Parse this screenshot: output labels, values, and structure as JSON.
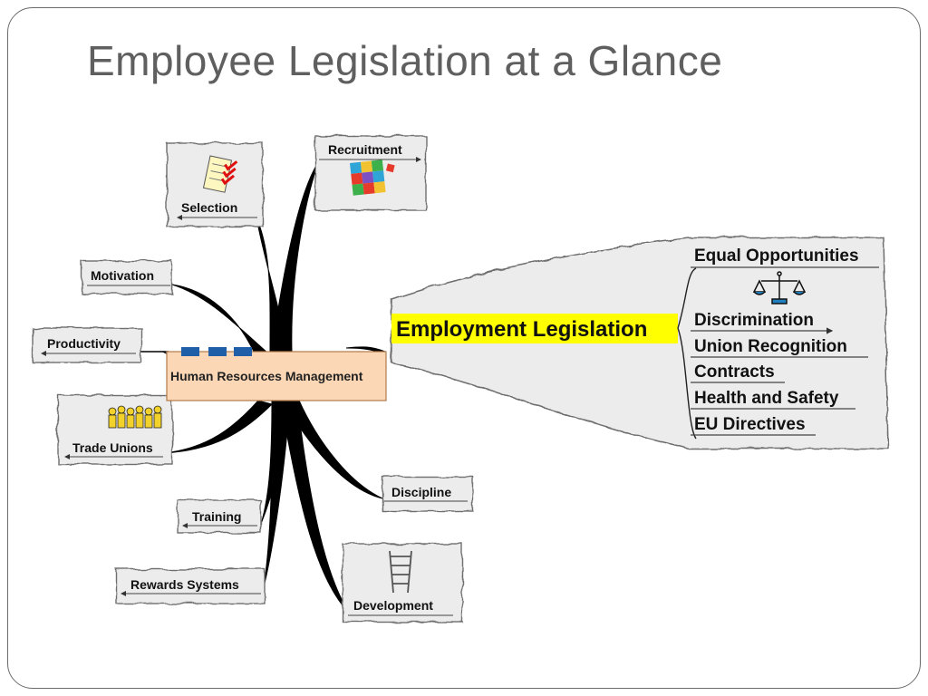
{
  "slide": {
    "title": "Employee Legislation at a Glance"
  },
  "center": {
    "label": "Human Resources Management"
  },
  "branches": [
    {
      "id": "selection",
      "label": "Selection"
    },
    {
      "id": "recruitment",
      "label": "Recruitment"
    },
    {
      "id": "motivation",
      "label": "Motivation"
    },
    {
      "id": "productivity",
      "label": "Productivity"
    },
    {
      "id": "trade-unions",
      "label": "Trade Unions"
    },
    {
      "id": "training",
      "label": "Training"
    },
    {
      "id": "rewards-systems",
      "label": "Rewards Systems"
    },
    {
      "id": "discipline",
      "label": "Discipline"
    },
    {
      "id": "development",
      "label": "Development"
    }
  ],
  "legislation": {
    "label": "Employment Legislation",
    "highlight_color": "#ffff00",
    "items": [
      "Equal Opportunities",
      "Discrimination",
      "Union Recognition",
      "Contracts",
      "Health and Safety",
      "EU Directives"
    ]
  },
  "icons": {
    "selection": "checklist-icon",
    "recruitment": "jigsaw-icon",
    "trade_unions": "crowd-icon",
    "development": "ladder-icon",
    "equal_opportunities": "scales-icon"
  },
  "colors": {
    "cloud_fill": "#ececec",
    "cloud_stroke": "#6e6e6e",
    "center_fill": "#fbd7b5",
    "center_stroke": "#b07a4a",
    "connector": "#000000",
    "tabs": "#1f5fa8"
  }
}
